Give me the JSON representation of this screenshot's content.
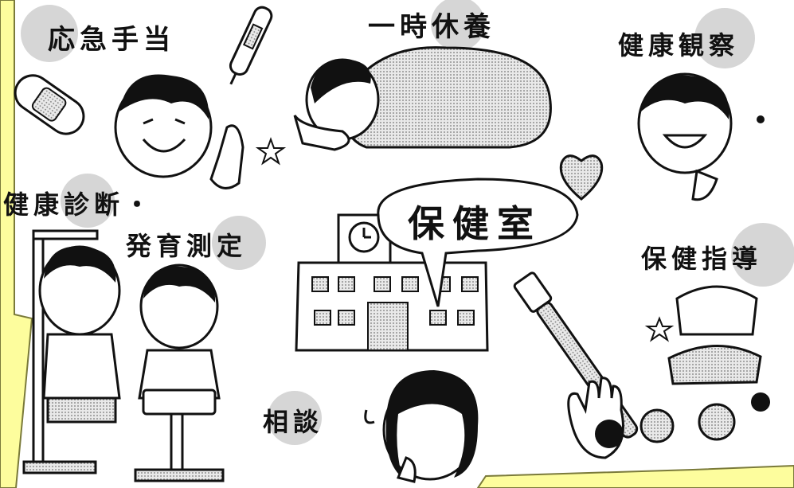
{
  "labels": {
    "first_aid": "応急手当",
    "rest": "一時休養",
    "health_observation": "健康観察",
    "health_checkup": "健康診断・",
    "growth_measurement": "発育測定",
    "health_room": "保健室",
    "health_guidance": "保健指導",
    "consultation": "相談"
  },
  "colors": {
    "callout_fill": "#fdfd9d",
    "callout_stroke": "#7a7a3a",
    "highlight_gray": "#d6d6d6",
    "ink": "#111111",
    "screen_tone": "#bdbdbd"
  },
  "icons": [
    "bandage-icon",
    "thermometer-icon",
    "star-icon",
    "heart-icon",
    "clock-icon",
    "toothbrush-icon",
    "dentures-icon",
    "germ-icon",
    "hand-icon",
    "height-scale-icon",
    "weight-scale-icon",
    "school-building-icon",
    "speech-bubble-icon"
  ]
}
